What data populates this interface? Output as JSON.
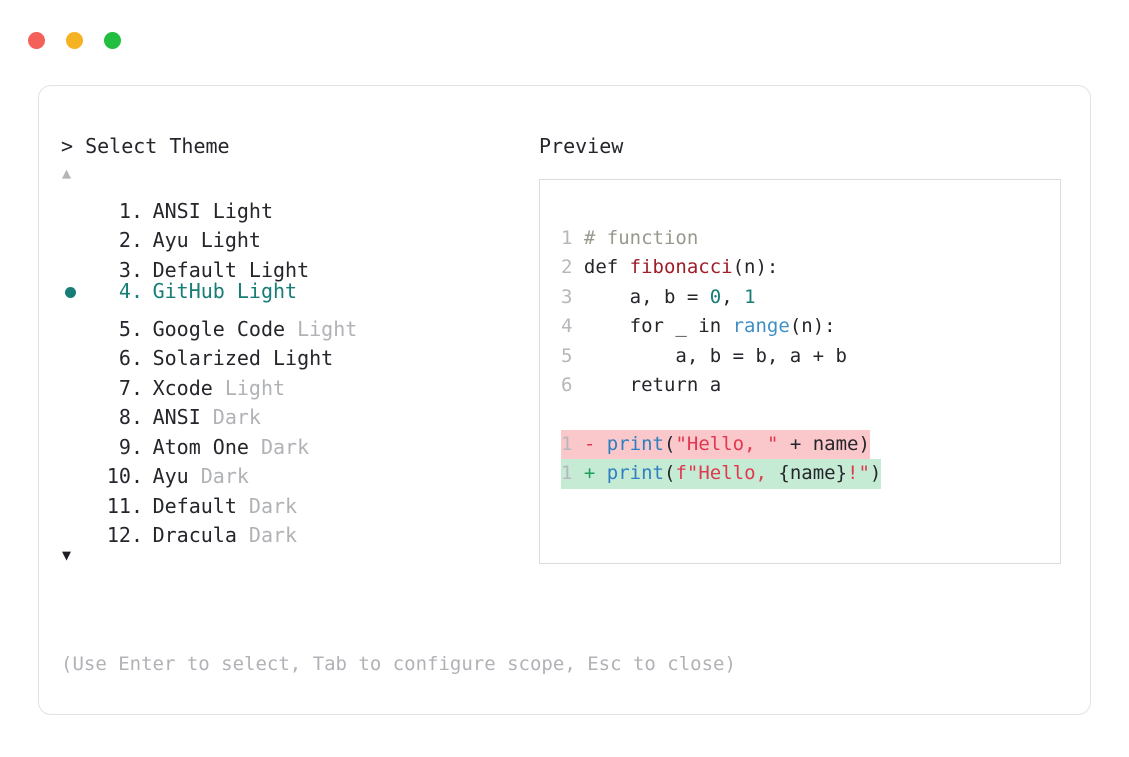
{
  "window": {
    "traffic_lights": [
      {
        "name": "close",
        "color": "#f4605a"
      },
      {
        "name": "minimize",
        "color": "#f5b324"
      },
      {
        "name": "maximize",
        "color": "#22be3f"
      }
    ]
  },
  "selector": {
    "prompt_symbol": ">",
    "title": "Select Theme",
    "scroll_up_glyph": "▲",
    "scroll_down_glyph": "▼",
    "selected_index": 4,
    "bullet_color": "#177d77",
    "selected_color": "#177d77",
    "items": [
      {
        "number": " 1.",
        "name": "ANSI",
        "suffix": " Light",
        "suffix_dim": false,
        "selected": false
      },
      {
        "number": " 2.",
        "name": "Ayu",
        "suffix": " Light",
        "suffix_dim": false,
        "selected": false
      },
      {
        "number": " 3.",
        "name": "Default",
        "suffix": " Light",
        "suffix_dim": false,
        "selected": false
      },
      {
        "number": " 4.",
        "name": "GitHub",
        "suffix": " Light",
        "suffix_dim": false,
        "selected": true
      },
      {
        "number": " 5.",
        "name": "Google Code",
        "suffix": " Light",
        "suffix_dim": true,
        "selected": false
      },
      {
        "number": " 6.",
        "name": "Solarized",
        "suffix": " Light",
        "suffix_dim": false,
        "selected": false
      },
      {
        "number": " 7.",
        "name": "Xcode",
        "suffix": " Light",
        "suffix_dim": true,
        "selected": false
      },
      {
        "number": " 8.",
        "name": "ANSI",
        "suffix": " Dark",
        "suffix_dim": true,
        "selected": false
      },
      {
        "number": " 9.",
        "name": "Atom One",
        "suffix": " Dark",
        "suffix_dim": true,
        "selected": false
      },
      {
        "number": "10.",
        "name": "Ayu",
        "suffix": " Dark",
        "suffix_dim": true,
        "selected": false
      },
      {
        "number": "11.",
        "name": "Default",
        "suffix": " Dark",
        "suffix_dim": true,
        "selected": false
      },
      {
        "number": "12.",
        "name": "Dracula",
        "suffix": " Dark",
        "suffix_dim": true,
        "selected": false
      }
    ]
  },
  "hint": "(Use Enter to select, Tab to configure scope, Esc to close)",
  "preview": {
    "title": "Preview",
    "code_lines": [
      {
        "n": "1",
        "tokens": [
          {
            "t": "# function",
            "c": "com"
          }
        ]
      },
      {
        "n": "2",
        "tokens": [
          {
            "t": "def ",
            "c": "kw"
          },
          {
            "t": "fibonacci",
            "c": "fn"
          },
          {
            "t": "(n):",
            "c": "pl"
          }
        ]
      },
      {
        "n": "3",
        "tokens": [
          {
            "t": "    a, b = ",
            "c": "pl"
          },
          {
            "t": "0",
            "c": "num"
          },
          {
            "t": ", ",
            "c": "pl"
          },
          {
            "t": "1",
            "c": "num"
          }
        ]
      },
      {
        "n": "4",
        "tokens": [
          {
            "t": "    for _ in ",
            "c": "pl"
          },
          {
            "t": "range",
            "c": "bi"
          },
          {
            "t": "(n):",
            "c": "pl"
          }
        ]
      },
      {
        "n": "5",
        "tokens": [
          {
            "t": "        a, b = b, a + b",
            "c": "pl"
          }
        ]
      },
      {
        "n": "6",
        "tokens": [
          {
            "t": "    return a",
            "c": "pl"
          }
        ]
      }
    ],
    "diff_lines": [
      {
        "n": "1",
        "sign": "-",
        "kind": "del",
        "bg": "#fac7cb",
        "tokens": [
          {
            "t": "print",
            "c": "fnb"
          },
          {
            "t": "(",
            "c": "pl"
          },
          {
            "t": "\"Hello, \"",
            "c": "str"
          },
          {
            "t": " + name)",
            "c": "pl"
          }
        ]
      },
      {
        "n": "1",
        "sign": "+",
        "kind": "add",
        "bg": "#c6ebd5",
        "tokens": [
          {
            "t": "print",
            "c": "fnb"
          },
          {
            "t": "(",
            "c": "pl"
          },
          {
            "t": "f\"Hello, ",
            "c": "str"
          },
          {
            "t": "{name}",
            "c": "pl"
          },
          {
            "t": "!\"",
            "c": "str"
          },
          {
            "t": ")",
            "c": "pl"
          }
        ]
      }
    ]
  }
}
